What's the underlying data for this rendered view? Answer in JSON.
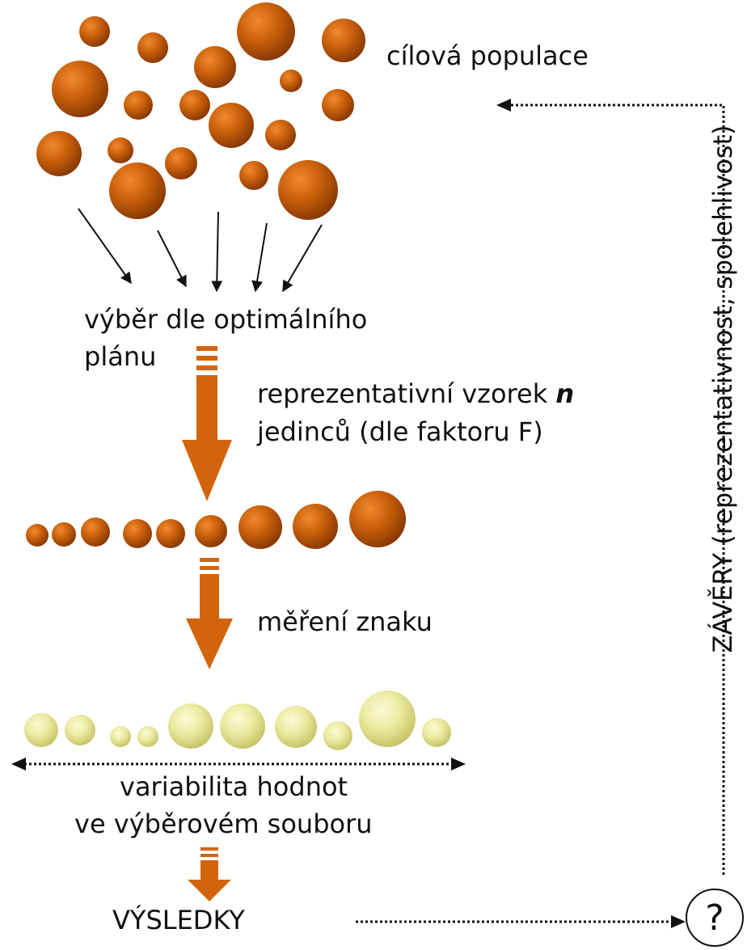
{
  "labels": {
    "target_population": "cílová populace",
    "selection_line1": "výběr dle optimálního",
    "selection_line2": "plánu",
    "representative_line1": "reprezentativní vzorek",
    "representative_n": "n",
    "representative_line2": "jedinců (dle faktoru F)",
    "measurement": "měření znaku",
    "variability_line1": "variabilita hodnot",
    "variability_line2": "ve výběrovém souboru",
    "results": "VÝSLEDKY",
    "conclusions": "ZÁVĚRY (reprezentativnost, spolehlivost)",
    "question": "?"
  },
  "colors": {
    "population_ball": "#b5520b",
    "measured_ball": "#e6e69a",
    "flow_arrow": "#d2650c",
    "text": "#111111"
  },
  "icons": {
    "population": "brown-sphere",
    "sample": "brown-sphere",
    "measured_values": "yellow-sphere",
    "flow": "thick-down-arrow",
    "question": "circled-question-mark"
  }
}
